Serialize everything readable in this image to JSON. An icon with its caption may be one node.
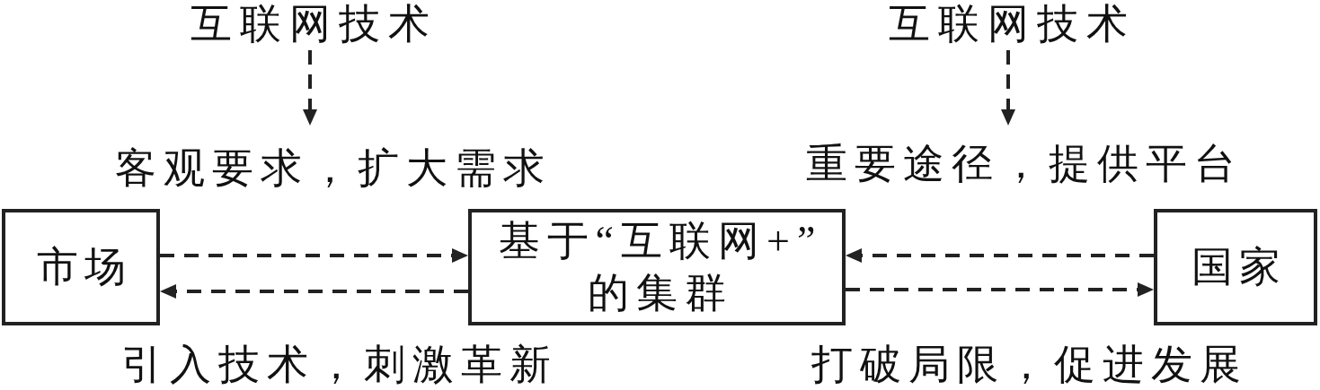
{
  "diagram": {
    "nodes": [
      {
        "text": [
          "互联网技术"
        ]
      },
      {
        "text": [
          "互联网技术"
        ]
      },
      {
        "text": [
          "市场"
        ]
      },
      {
        "text": [
          "基于“互联网+”的集群"
        ]
      },
      {
        "text": [
          "国家"
        ]
      }
    ],
    "edges": [
      {
        "from": 0,
        "to": null,
        "arrow": "to",
        "style": "dashed"
      },
      {
        "from": 1,
        "to": null,
        "arrow": "to",
        "style": "dashed"
      },
      {
        "from": 2,
        "to": 3,
        "arrow": "to",
        "style": "dashed",
        "label": "客观要求，扩大需求"
      },
      {
        "from": 3,
        "to": 2,
        "arrow": "to",
        "style": "dashed",
        "label": "引入技术，刺激革新"
      },
      {
        "from": 4,
        "to": 3,
        "arrow": "to",
        "style": "dashed",
        "label": "重要途径，提供平台"
      },
      {
        "from": 3,
        "to": 4,
        "arrow": "to",
        "style": "dashed",
        "label": "打破局限，促进发展"
      }
    ]
  }
}
